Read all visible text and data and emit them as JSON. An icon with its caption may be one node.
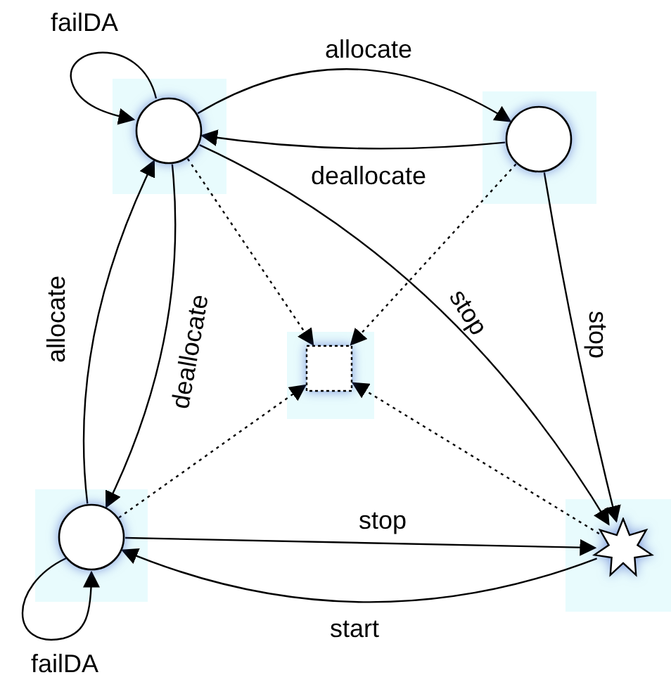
{
  "diagram": {
    "nodes": [
      {
        "text": [],
        "shape": "circle"
      },
      {
        "text": [],
        "shape": "circle"
      },
      {
        "text": [],
        "shape": "box"
      },
      {
        "text": [],
        "shape": "circle"
      },
      {
        "text": [],
        "shape": "star"
      }
    ],
    "edges": [
      {
        "from": 0,
        "to": 0,
        "arrow": "to",
        "label": "failDA"
      },
      {
        "from": 0,
        "to": 1,
        "arrow": "to",
        "label": "allocate"
      },
      {
        "from": 1,
        "to": 0,
        "arrow": "to",
        "label": "deallocate"
      },
      {
        "from": 3,
        "to": 0,
        "arrow": "to",
        "label": "allocate"
      },
      {
        "from": 0,
        "to": 3,
        "arrow": "to",
        "label": "deallocate"
      },
      {
        "from": 0,
        "to": 4,
        "arrow": "to",
        "label": "stop"
      },
      {
        "from": 1,
        "to": 4,
        "arrow": "to",
        "label": "stop"
      },
      {
        "from": 0,
        "to": 2,
        "arrow": "to",
        "style": "dashed"
      },
      {
        "from": 1,
        "to": 2,
        "arrow": "to",
        "style": "dashed"
      },
      {
        "from": 3,
        "to": 2,
        "arrow": "to",
        "style": "dashed"
      },
      {
        "from": 4,
        "to": 2,
        "arrow": "to",
        "style": "dashed"
      },
      {
        "from": 3,
        "to": 4,
        "arrow": "to",
        "label": "stop"
      },
      {
        "from": 4,
        "to": 3,
        "arrow": "to",
        "label": "start"
      },
      {
        "from": 3,
        "to": 3,
        "arrow": "to",
        "label": "failDA"
      }
    ]
  }
}
